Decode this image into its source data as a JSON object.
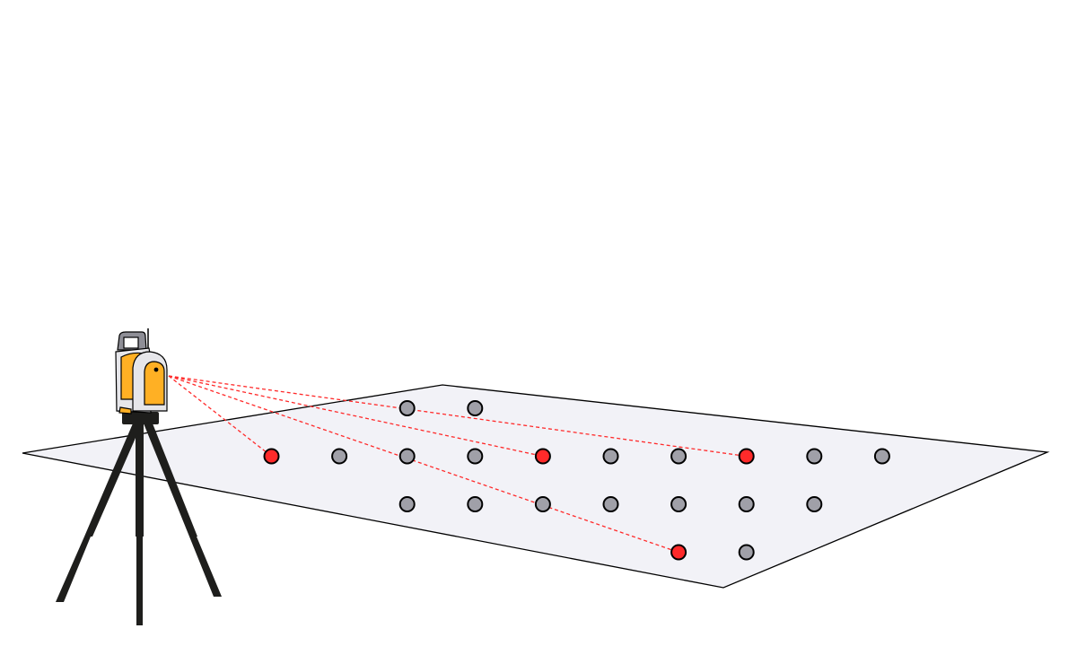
{
  "colors": {
    "plane_fill": "#f2f2f7",
    "plane_stroke": "#000000",
    "point_default": "#a0a0a8",
    "point_target": "#ff2a2a",
    "laser": "#ff2a2a",
    "instrument_body": "#e6e6ea",
    "instrument_accent": "#ffb024",
    "tripod": "#1e1e1c"
  },
  "grid_points": [
    {
      "row": 0,
      "col": 2,
      "target": false
    },
    {
      "row": 0,
      "col": 3,
      "target": false
    },
    {
      "row": 1,
      "col": 0,
      "target": true
    },
    {
      "row": 1,
      "col": 1,
      "target": false
    },
    {
      "row": 1,
      "col": 2,
      "target": false
    },
    {
      "row": 1,
      "col": 3,
      "target": false
    },
    {
      "row": 1,
      "col": 4,
      "target": true
    },
    {
      "row": 1,
      "col": 5,
      "target": false
    },
    {
      "row": 1,
      "col": 6,
      "target": false
    },
    {
      "row": 1,
      "col": 7,
      "target": true
    },
    {
      "row": 1,
      "col": 8,
      "target": false
    },
    {
      "row": 1,
      "col": 9,
      "target": false
    },
    {
      "row": 2,
      "col": 2,
      "target": false
    },
    {
      "row": 2,
      "col": 3,
      "target": false
    },
    {
      "row": 2,
      "col": 4,
      "target": false
    },
    {
      "row": 2,
      "col": 5,
      "target": false
    },
    {
      "row": 2,
      "col": 6,
      "target": false
    },
    {
      "row": 2,
      "col": 7,
      "target": false
    },
    {
      "row": 2,
      "col": 8,
      "target": false
    },
    {
      "row": 3,
      "col": 6,
      "target": true
    },
    {
      "row": 3,
      "col": 7,
      "target": false
    }
  ]
}
